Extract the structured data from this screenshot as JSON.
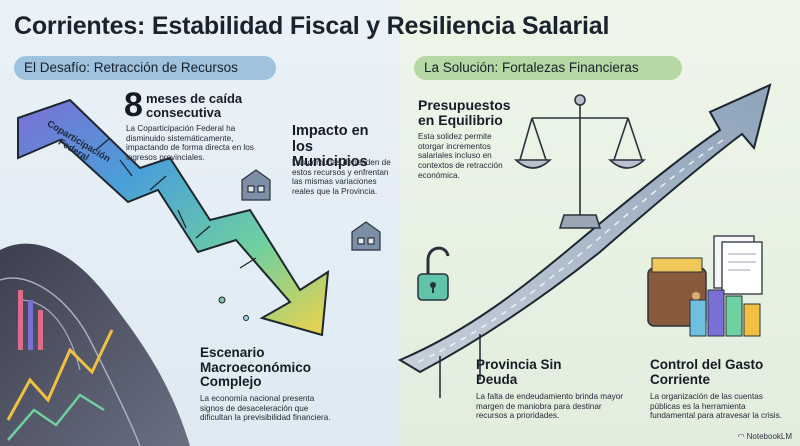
{
  "title": "Corrientes: Estabilidad Fiscal y Resiliencia Salarial",
  "left_section": {
    "label": "El Desafío: Retracción de Recursos",
    "arrow_label": "Coparticipación Federal",
    "stat_number": "8",
    "stat_heading": "meses de caída consecutiva",
    "stat_text": "La Coparticipación Federal ha disminuido sistemáticamente, impactando de forma directa en los ingresos provinciales.",
    "municipios_heading": "Impacto en los Municipios",
    "municipios_text": "Las comunas dependen de estos recursos y enfrentan las mismas variaciones reales que la Provincia.",
    "escenario_heading": "Escenario Macroeconómico Complejo",
    "escenario_text": "La economía nacional presenta signos de desaceleración que dificultan la previsibilidad financiera."
  },
  "right_section": {
    "label": "La Solución: Fortalezas Financieras",
    "presupuestos_heading": "Presupuestos en Equilibrio",
    "presupuestos_text": "Esta solidez permite otorgar incrementos salariales incluso en contextos de retracción económica.",
    "deuda_heading": "Provincia Sin Deuda",
    "deuda_text": "La falta de endeudamiento brinda mayor margen de maniobra para destinar recursos a prioridades.",
    "gasto_heading": "Control del Gasto Corriente",
    "gasto_text": "La organización de las cuentas públicas es la herramienta fundamental para atravesar la crisis."
  },
  "brand": "NotebookLM",
  "colors": {
    "pill_left": "#9fc2de",
    "pill_right": "#b5d8a4",
    "arrow_down": "#7fb3d6",
    "arrow_up": "#9fb0c4"
  },
  "icons": [
    "falling-arrow-icon",
    "houses-icon",
    "wave-icon",
    "scale-icon",
    "rising-arrow-icon",
    "unlock-icon",
    "wallet-icon",
    "coin-stack-icon",
    "documents-icon",
    "notebooklm-logo-icon"
  ]
}
